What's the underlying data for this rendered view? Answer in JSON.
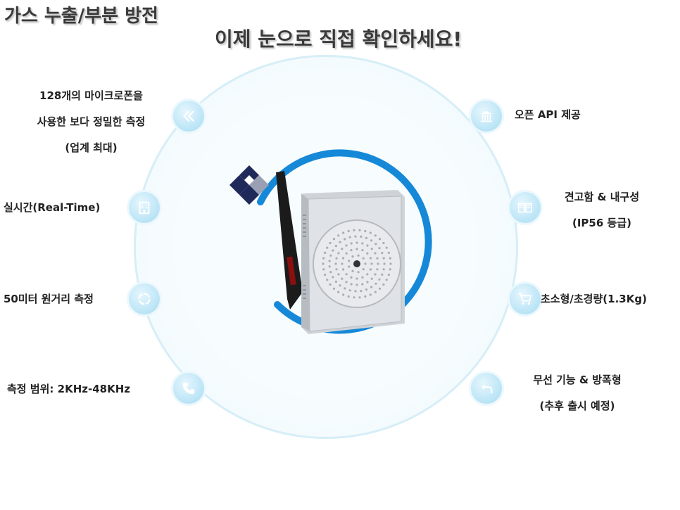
{
  "headline": {
    "line1": "가스 누출/부분 방전",
    "line2": "이제 눈으로 직접 확인하세요!"
  },
  "left_features": [
    {
      "lines": [
        "128개의 마이크로폰을",
        "사용한 보다 정밀한 측정",
        "(업계 최대)"
      ],
      "icon": "chevrons-left-icon"
    },
    {
      "lines": [
        "실시간(Real-Time)"
      ],
      "icon": "building-icon"
    },
    {
      "lines": [
        "50미터 원거리 측정"
      ],
      "icon": "circle-icon"
    },
    {
      "lines": [
        "측정 범위: 2KHz-48KHz"
      ],
      "icon": "phone-icon"
    }
  ],
  "right_features": [
    {
      "lines": [
        "오픈 API 제공"
      ],
      "icon": "bank-icon"
    },
    {
      "lines": [
        "견고함 & 내구성",
        "(IP56 등급)"
      ],
      "icon": "book-icon"
    },
    {
      "lines": [
        "초소형/초경량(1.3Kg)"
      ],
      "icon": "cart-icon"
    },
    {
      "lines": [
        "무선 기능 & 방폭형",
        "(추후 출시 예정)"
      ],
      "icon": "return-arrow-icon"
    }
  ],
  "colors": {
    "accent_blue": "#1688d8",
    "icon_bg": "#b9e4f6",
    "icon_fg": "#ffffff",
    "logo_dark": "#1f2a5a"
  }
}
